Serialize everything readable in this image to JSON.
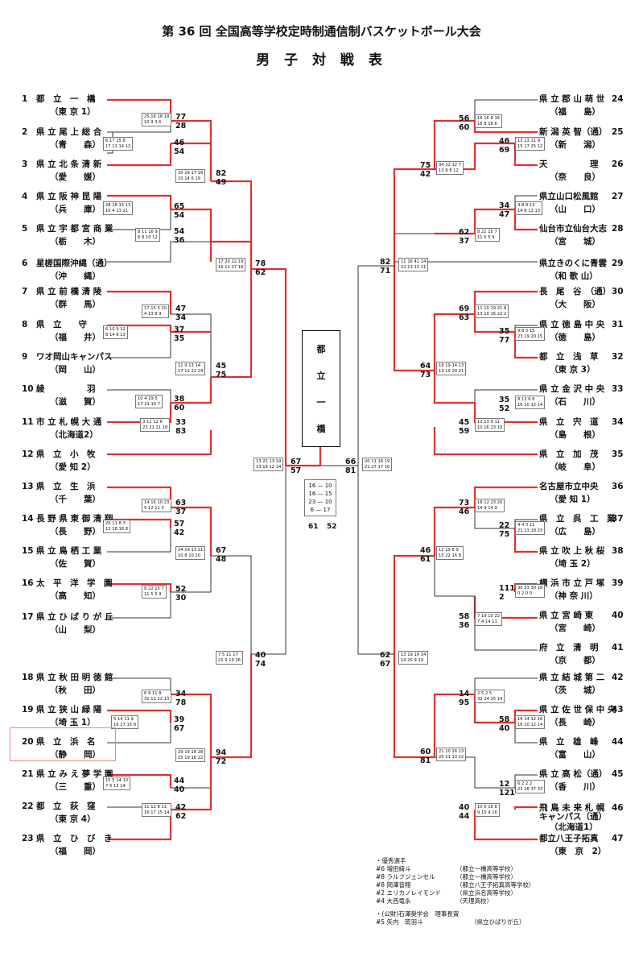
{
  "title": "第 36 回 全国高等学校定時制通信制バスケットボール大会",
  "subtitle": "男 子 対 戦 表",
  "champion": [
    "都",
    "立",
    "一",
    "橋"
  ],
  "left_teams": [
    {
      "n": "1",
      "name": "都　立　一　橋",
      "pref": "（東 京 1）"
    },
    {
      "n": "2",
      "name": "県 立 尾 上 総 合",
      "pref": "（青　　森）"
    },
    {
      "n": "3",
      "name": "県 立 北 条 清 新",
      "pref": "（愛　　媛）"
    },
    {
      "n": "4",
      "name": "県 立 阪 神 昆 陽",
      "pref": "（兵　　庫）"
    },
    {
      "n": "5",
      "name": "県 立 宇 都 宮 商 業",
      "pref": "（栃　　木）"
    },
    {
      "n": "6",
      "name": "星槎国際沖縄（通）",
      "pref": "（沖　　縄）"
    },
    {
      "n": "7",
      "name": "県 立 前 橋 清 陵",
      "pref": "（群　　馬）"
    },
    {
      "n": "8",
      "name": "県　立　　守",
      "pref": "（福　　井）"
    },
    {
      "n": "9",
      "name": "ワオ岡山キャンパス",
      "pref": "（岡　　山）"
    },
    {
      "n": "10",
      "name": "綾　　　　　羽",
      "pref": "（滋　　賀）"
    },
    {
      "n": "11",
      "name": "市 立 札 幌 大 通",
      "pref": "（北海道2）"
    },
    {
      "n": "12",
      "name": "県　立　小　牧",
      "pref": "（愛 知 2）"
    },
    {
      "n": "13",
      "name": "県　立　生　浜",
      "pref": "（千　　葉）"
    },
    {
      "n": "14",
      "name": "長 野 県 東 御 清 翔",
      "pref": "（長　　野）"
    },
    {
      "n": "15",
      "name": "県 立 鳥 栖 工 業",
      "pref": "（佐　　賀）"
    },
    {
      "n": "16",
      "name": "太　平　洋　学　園",
      "pref": "（高　　知）"
    },
    {
      "n": "17",
      "name": "県 立 ひ ば り が 丘",
      "pref": "（山　　梨）"
    },
    {
      "n": "18",
      "name": "県 立 秋 田 明 徳 館",
      "pref": "（秋　　田）"
    },
    {
      "n": "19",
      "name": "県 立 狭 山 緑 陽",
      "pref": "（埼 玉 1）"
    },
    {
      "n": "20",
      "name": "県　立　浜　名",
      "pref": "（静　　岡）"
    },
    {
      "n": "21",
      "name": "県 立 み え 夢 学 園",
      "pref": "（三　　重）"
    },
    {
      "n": "22",
      "name": "都　立　荻　窪",
      "pref": "（東 京 4）"
    },
    {
      "n": "23",
      "name": "県　立　ひ　び　き",
      "pref": "（福　　岡）"
    }
  ],
  "right_teams": [
    {
      "n": "24",
      "name": "県 立 郡 山 萌 世",
      "pref": "（福　　島）"
    },
    {
      "n": "25",
      "name": "新 潟 英 智（通）",
      "pref": "（新　　潟）"
    },
    {
      "n": "26",
      "name": "天　　　　　理",
      "pref": "（奈　　良）"
    },
    {
      "n": "27",
      "name": "県立山口松風館",
      "pref": "（山　　口）"
    },
    {
      "n": "28",
      "name": "仙台市立仙台大志",
      "pref": "（宮　　城）"
    },
    {
      "n": "29",
      "name": "県立きのくに青雲",
      "pref": "（和 歌 山）"
    },
    {
      "n": "30",
      "name": "長　尾　谷　（通）",
      "pref": "（大　　阪）"
    },
    {
      "n": "31",
      "name": "県 立 徳 島 中 央",
      "pref": "（徳　　島）"
    },
    {
      "n": "32",
      "name": "都　立　浅　草",
      "pref": "（東 京 3）"
    },
    {
      "n": "33",
      "name": "県 立 金 沢 中 央",
      "pref": "（石　　川）"
    },
    {
      "n": "34",
      "name": "県　立　宍　道",
      "pref": "（島　　根）"
    },
    {
      "n": "35",
      "name": "県　立　加　茂",
      "pref": "（岐　　阜）"
    },
    {
      "n": "36",
      "name": "名古屋市立中央",
      "pref": "（愛 知 1）"
    },
    {
      "n": "37",
      "name": "県　立　呉　工　業",
      "pref": "（広　　島）"
    },
    {
      "n": "38",
      "name": "県 立 吹 上 秋 桜",
      "pref": "（埼 玉 2）"
    },
    {
      "n": "39",
      "name": "横 浜 市 立 戸 塚",
      "pref": "（神 奈 川）"
    },
    {
      "n": "40",
      "name": "県 立 宮 崎 東",
      "pref": "（宮　　崎）"
    },
    {
      "n": "41",
      "name": "府　立　清　明",
      "pref": "（京　　都）"
    },
    {
      "n": "42",
      "name": "県 立 結 城 第 二",
      "pref": "（茨　　城）"
    },
    {
      "n": "43",
      "name": "県 立 佐 世 保 中 央",
      "pref": "（長　　崎）"
    },
    {
      "n": "44",
      "name": "県　立　雄　峰",
      "pref": "（富　　山）"
    },
    {
      "n": "45",
      "name": "県 立 高 松（通）",
      "pref": "（香　　川）"
    },
    {
      "n": "46",
      "name": "飛 鳥 未 来 札 幌\nキャンパス（通）",
      "pref": "（北海道1）"
    },
    {
      "n": "47",
      "name": "都立八王子拓真",
      "pref": "（東　京　2）"
    }
  ],
  "scores": [
    "77",
    "28",
    "46",
    "54",
    "65",
    "54",
    "54",
    "36",
    "82",
    "49",
    "78",
    "62",
    "47",
    "34",
    "37",
    "35",
    "38",
    "60",
    "33",
    "83",
    "45",
    "75",
    "63",
    "37",
    "57",
    "42",
    "52",
    "30",
    "67",
    "48",
    "40",
    "74",
    "34",
    "78",
    "39",
    "67",
    "44",
    "40",
    "42",
    "62",
    "94",
    "72",
    "67",
    "57",
    "66",
    "81",
    "56",
    "60",
    "46",
    "69",
    "75",
    "42",
    "34",
    "47",
    "62",
    "37",
    "82",
    "71",
    "69",
    "63",
    "35",
    "77",
    "35",
    "52",
    "45",
    "59",
    "64",
    "73",
    "73",
    "46",
    "22",
    "75",
    "46",
    "61",
    "111",
    "2",
    "58",
    "36",
    "62",
    "67",
    "14",
    "95",
    "58",
    "40",
    "60",
    "81",
    "12",
    "121",
    "40",
    "44"
  ],
  "final_box": [
    "16 — 10",
    "16 — 15",
    "23 — 10",
    "6 — 17"
  ],
  "final_scores": [
    "61",
    "52"
  ],
  "quarter_boxes": [
    [
      "25 16 18 18",
      "10 9 3 6"
    ],
    [
      "6 17 15 8",
      "17 11 14 12"
    ],
    [
      "20 29 17 16",
      "10 14 6 19"
    ],
    [
      "28 18 15 13",
      "16 4 13 21"
    ],
    [
      "8 11 16 9",
      "6 8 10 12"
    ],
    [
      "17 20 22 19",
      "16 11 17 18"
    ],
    [
      "17 15 5 10",
      "4 13 8 9"
    ],
    [
      "6 10 9 12",
      "8 14 8 13"
    ],
    [
      "11 9 13 14",
      "17 12 22 24"
    ],
    [
      "10 4 19 5",
      "17 21 15 7"
    ],
    [
      "3 12 12 6",
      "23 21 21 18"
    ],
    [
      "13 22 13 19",
      "13 18 12 14"
    ],
    [
      "14 16 10 23",
      "9 12 11 5"
    ],
    [
      "20 11 8 3",
      "13 18 18 8"
    ],
    [
      "24 19 13 11",
      "10 8 10 20"
    ],
    [
      "8 22 15 7",
      "11 5 5 9"
    ],
    [
      "7 5 11 17",
      "21 9 19 26"
    ],
    [
      "6 9 11 8",
      "31 12 22 13"
    ],
    [
      "5 14 11 9",
      "16 27 15 9"
    ],
    [
      "29 19 18 28",
      "15 19 16 22"
    ],
    [
      "15 5 14 10",
      "7 6 13 14"
    ],
    [
      "11 12 8 11",
      "16 17 15 14"
    ],
    [
      "20 11 16 19",
      "21 27 17 16"
    ],
    [
      "16 16 8 16",
      "18 8 28 6"
    ],
    [
      "13 13 11 9",
      "15 17 25 12"
    ],
    [
      "34 22 12 7",
      "13 9 8 12"
    ],
    [
      "4 8 9 13",
      "14 8 12 13"
    ],
    [
      "8 22 15 7",
      "11 5 5 9"
    ],
    [
      "11 16 41 14",
      "22 13 15 21"
    ],
    [
      "11 10 19 21 8",
      "13 10 16 22 2"
    ],
    [
      "9 8 3 15",
      "23 19 20 15"
    ],
    [
      "18 19 14 13",
      "13 19 20 21"
    ],
    [
      "8 13 6 8",
      "16 10 12 14"
    ],
    [
      "12 13 9 11",
      "10 16 23 10"
    ],
    [
      "18 12 23 20",
      "14 9 14 9"
    ],
    [
      "4 4 3 11",
      "21 13 18 23"
    ],
    [
      "12 19 6 9",
      "15 22 16 8"
    ],
    [
      "30 33 30 18",
      "0 2 0 0"
    ],
    [
      "7 19 10 22",
      "7 4 14 11"
    ],
    [
      "13 19 16 14",
      "14 25 9 19"
    ],
    [
      "2 5 2 5",
      "32 24 25 14"
    ],
    [
      "16 14 12 16",
      "16 10 12 14"
    ],
    [
      "21 10 16 13",
      "25 21 13 22"
    ],
    [
      "6 2 2 2",
      "23 28 37 33"
    ],
    [
      "10 6 16 8",
      "9 15 4 16"
    ]
  ],
  "awards_title": "・優秀選手",
  "awards": [
    {
      "p": "#6 増田綺斗",
      "s": "（都立一橋高等学校）"
    },
    {
      "p": "#8 ラルフジェンセル",
      "s": "（都立一橋高等学校）"
    },
    {
      "p": "#8 岡澤音翔",
      "s": "（都立八王子拓真高等学校）"
    },
    {
      "p": "#2 エリカノレイモンド",
      "s": "（県立浜名高等学校）"
    },
    {
      "p": "#4 大西竜永",
      "s": "（天理高校）"
    }
  ],
  "award2_title": "・(公財)石澤奨学会　理事長賞",
  "award2": {
    "p": "#5 矢内　琉羽斗",
    "s": "（県立ひばりが丘）"
  }
}
